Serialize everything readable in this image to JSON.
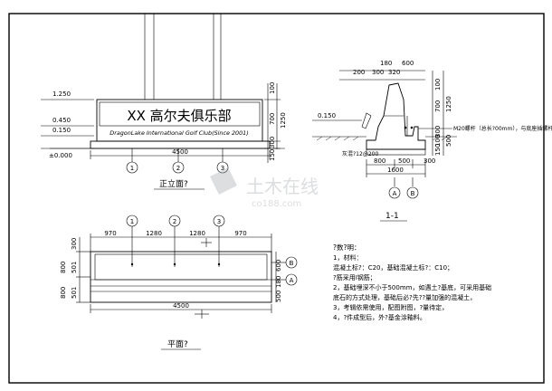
{
  "front": {
    "title": "XX 高尔夫俱乐部",
    "subtitle": "DragonLake International Golf Club(Since 2001)",
    "view_label": "正立面?",
    "elev_levels": [
      "1.250",
      "0.450",
      "0.150",
      "±0.000"
    ],
    "right_dims": [
      "100",
      "700",
      "1250",
      "300",
      "150"
    ],
    "total_width": "4500",
    "axes": [
      "1",
      "2",
      "3"
    ]
  },
  "plan": {
    "view_label": "平面?",
    "top_dims": [
      "970",
      "1280",
      "1280",
      "970"
    ],
    "total_width": "4500",
    "left_dims": [
      "300",
      "800",
      "800"
    ],
    "mid_dims": [
      "501",
      "501"
    ],
    "right_dims": [
      "600",
      "180",
      "500"
    ],
    "axes": [
      "1",
      "2",
      "3"
    ],
    "side_axes": [
      "B",
      "A"
    ]
  },
  "section": {
    "view_label": "1-1",
    "top_dims": [
      "180",
      "600",
      "200",
      "300",
      "320"
    ],
    "right_dims": [
      "100",
      "700",
      "300",
      "1250",
      "100",
      "500",
      "150"
    ],
    "bottom_dims": [
      "800",
      "500",
      "1600",
      "300"
    ],
    "level": "0.150",
    "base_note": "灰混?12@200",
    "rebar_note": "M20螺杆（总长?00mm），与底座插螺杆",
    "axes": [
      "A",
      "B"
    ]
  },
  "notes": {
    "title": "?数?明：",
    "lines": [
      "1，材料：",
      "混凝土标?：C20，基础混凝土标?：C10；",
      "?筋采用Ⅰ钢筋；",
      "2，基础埋深不小于500mm，如遇土?基底，可采用基础",
      "底石的方式处理，基础后必?先??量加强的混凝土，",
      "3，考辑依需使用，配图附图，?量待定，",
      "4，?件成型后，外?基金涂釉料。"
    ]
  },
  "watermark": {
    "brand": "土木在线",
    "site": "co188.com"
  }
}
